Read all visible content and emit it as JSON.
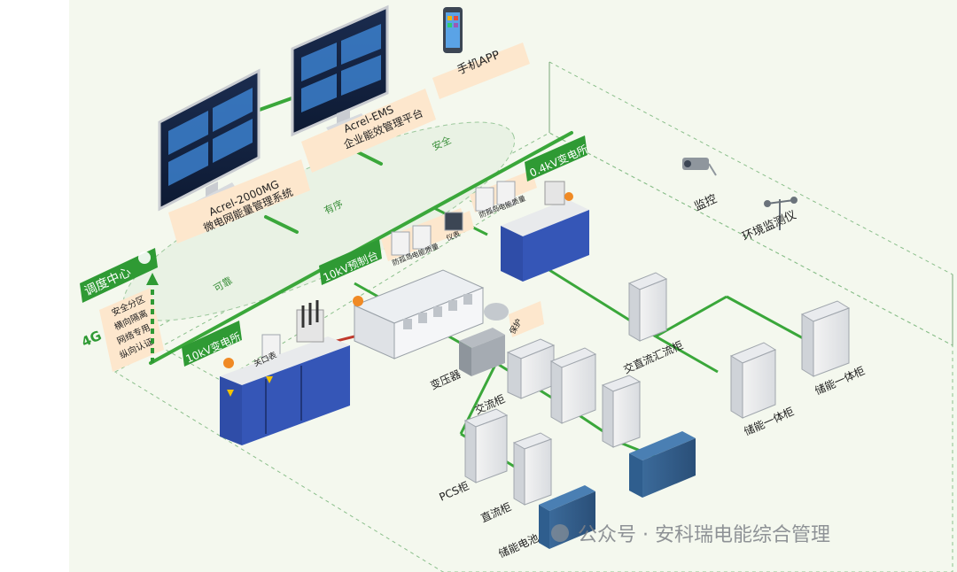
{
  "labels": {
    "app": "手机APP",
    "ems": [
      "Acrel-EMS",
      "企业能效管理平台"
    ],
    "mg": [
      "Acrel-2000MG",
      "微电网能量管理系统"
    ],
    "dispatch": "调度中心",
    "net_4g": "4G",
    "security": [
      "安全分区",
      "横向隔离",
      "网络专用",
      "纵向认证"
    ],
    "arc_words": [
      "可靠",
      "有序",
      "安全"
    ],
    "sub10kv": "10kV变电所",
    "prefab10kv": "10kV预制台",
    "sub04kv": "0.4kV变电所",
    "gate_meter": "关口表",
    "transformer": "变压器",
    "ac_cabinet": "交流柜",
    "pcs_cabinet": "PCS柜",
    "dc_cabinet": "直流柜",
    "battery": "储能电池",
    "acdc_cabinet": "交直流汇流柜",
    "integrated_1": "储能一体柜",
    "integrated_2": "储能一体柜",
    "cctv": "监控",
    "env_monitor": "环境监测仪",
    "protect_a": "防孤岛",
    "meter_a": "电能质量",
    "protect_b": "防孤岛",
    "meter_b": "电能质量",
    "instrument": "仪表",
    "relay": "保护",
    "watermark": "公众号 · 安科瑞电能综合管理"
  },
  "colors": {
    "line_green": "#3aa73a",
    "badge_green": "#2f9a34",
    "label_bg": "#fde7cd",
    "panel_blue": "#2f4da8",
    "bg": "#f4f8ee"
  }
}
